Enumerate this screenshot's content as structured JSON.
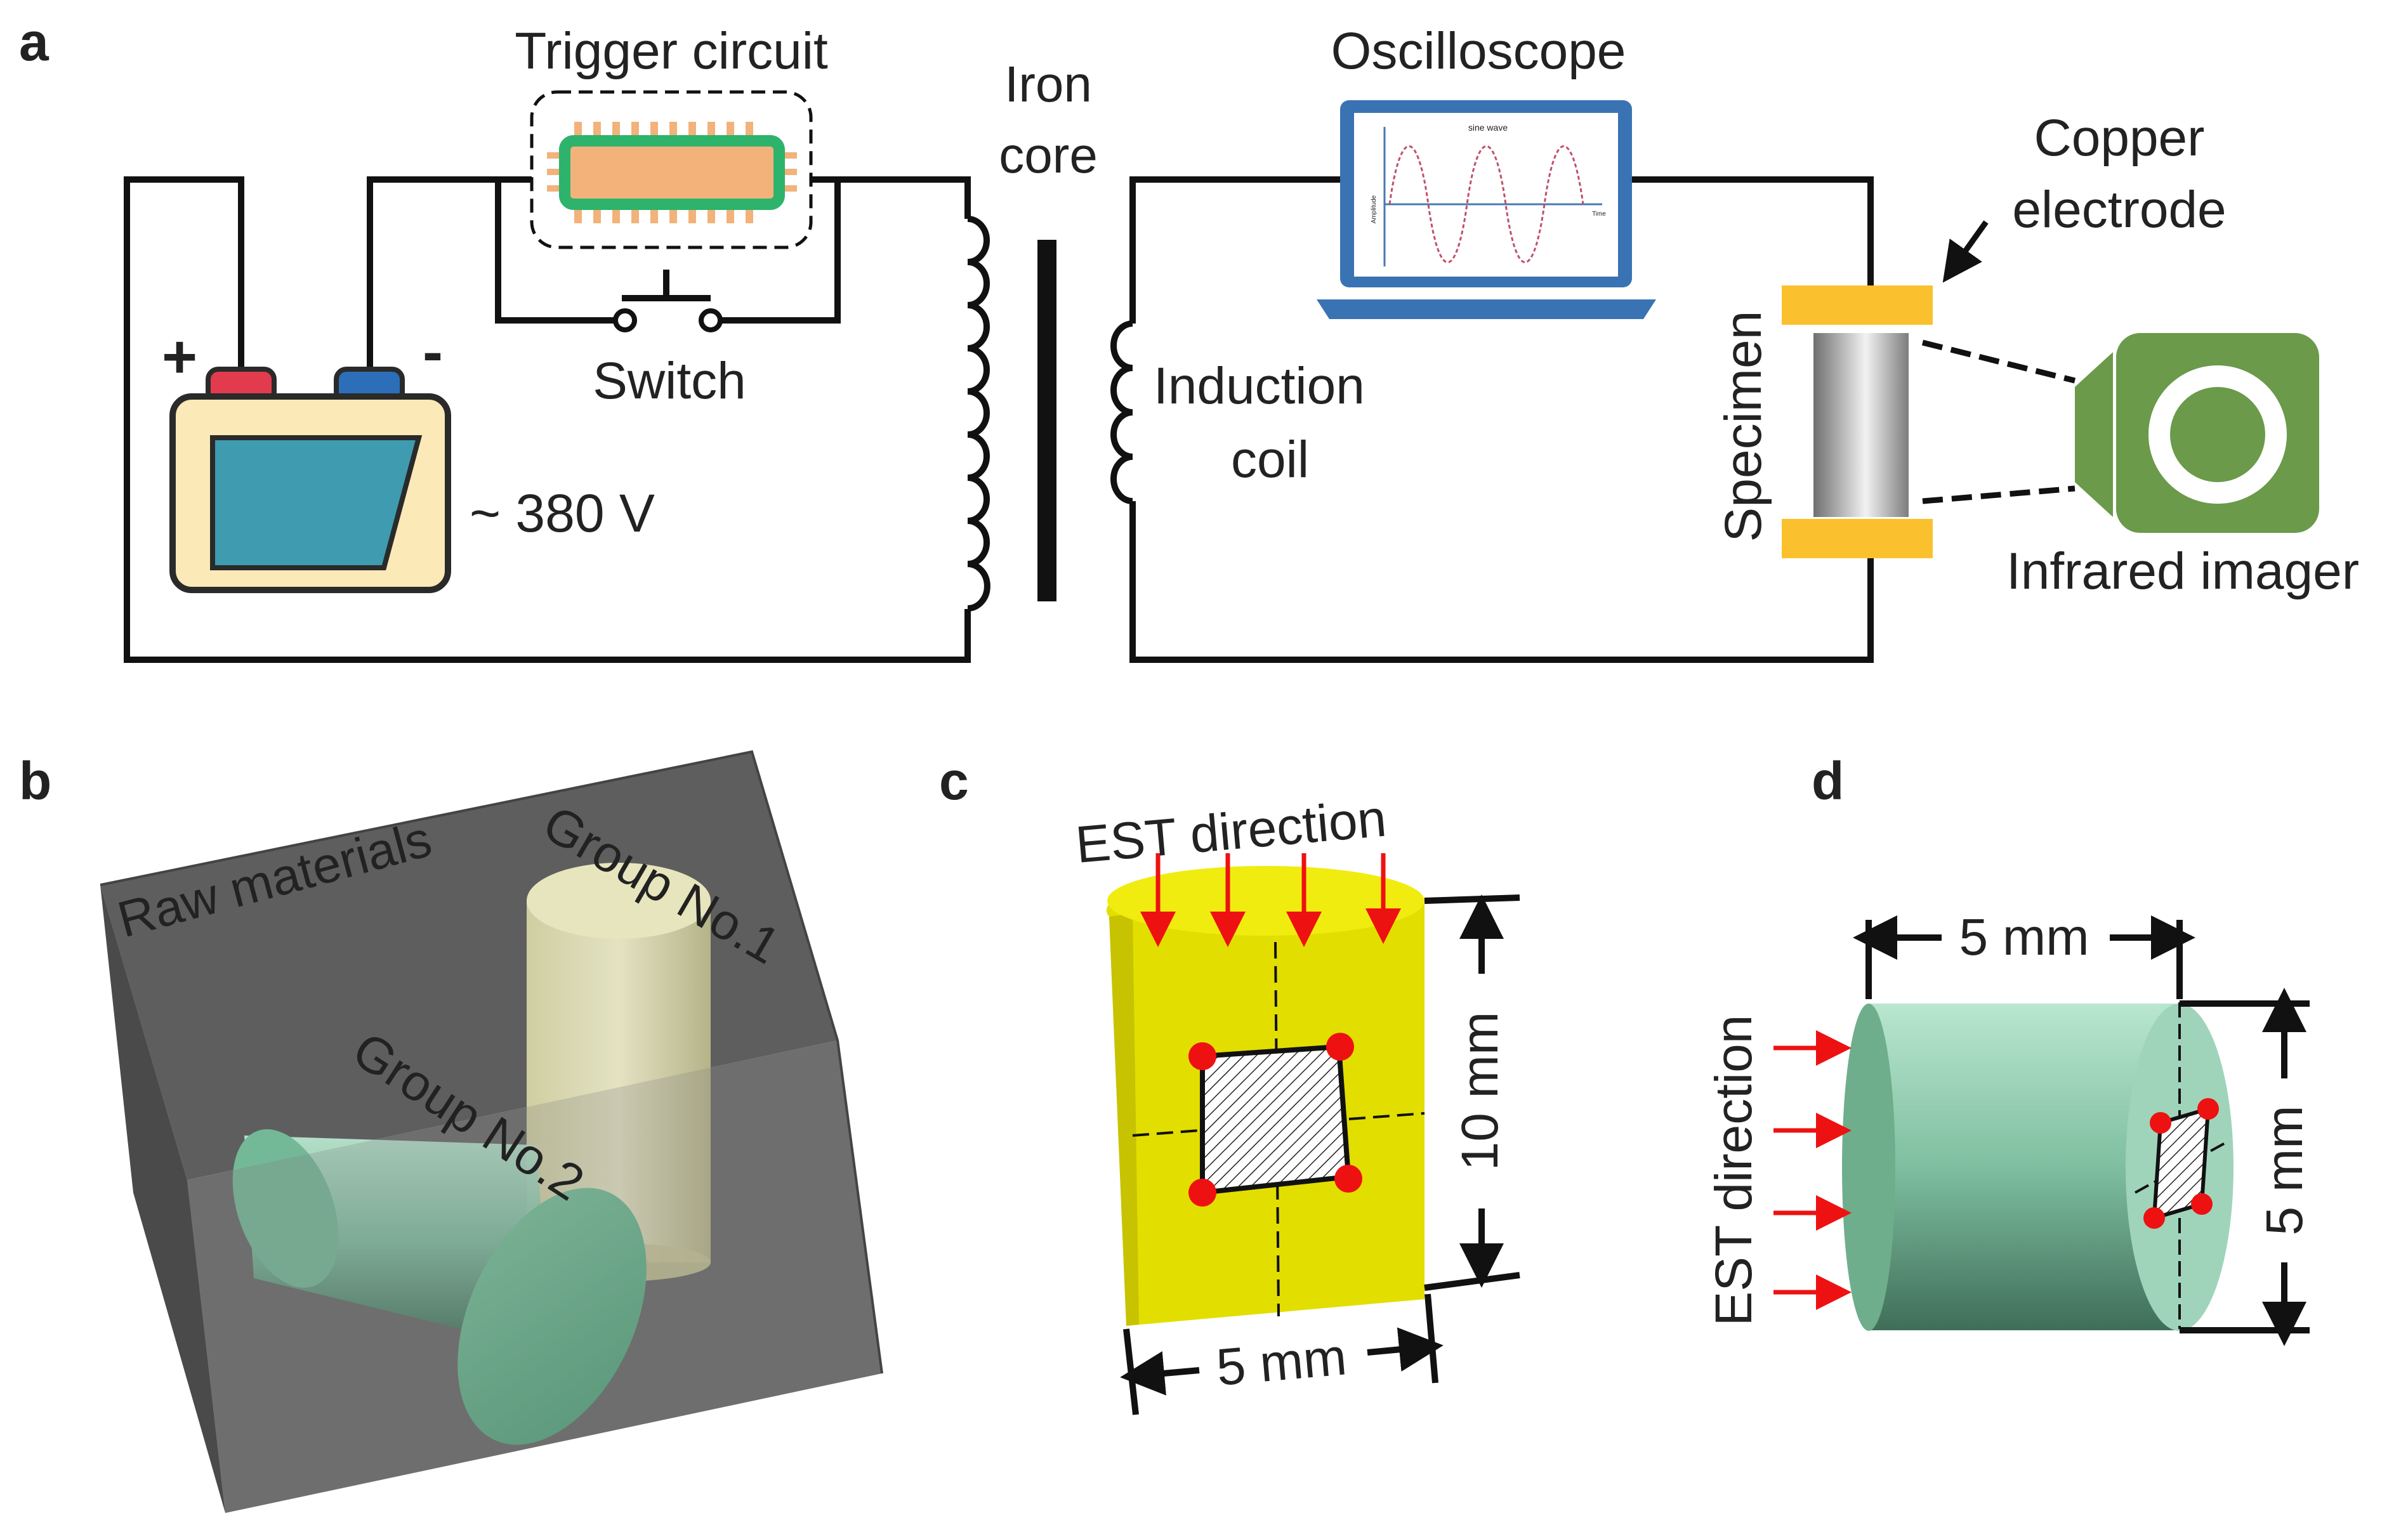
{
  "panels": {
    "a": "a",
    "b": "b",
    "c": "c",
    "d": "d"
  },
  "circuit": {
    "trigger_circuit": "Trigger circuit",
    "switch": "Switch",
    "iron_core_line1": "Iron",
    "iron_core_line2": "core",
    "oscilloscope": "Oscilloscope",
    "copper_line1": "Copper",
    "copper_line2": "electrode",
    "induction_line1": "Induction",
    "induction_line2": "coil",
    "specimen": "Specimen",
    "infrared_imager": "Infrared imager",
    "voltage": "~ 380 V",
    "plus": "+",
    "minus": "-",
    "scope_screen_title": "sine wave",
    "scope_axis_y": "Amplitude",
    "scope_axis_x": "Time"
  },
  "panel_b": {
    "raw_materials": "Raw materials",
    "group1": "Group No.1",
    "group2": "Group No.2"
  },
  "panel_c": {
    "est_direction": "EST direction",
    "height": "10 mm",
    "width": "5 mm"
  },
  "panel_d": {
    "est_direction": "EST direction",
    "length": "5 mm",
    "diameter": "5 mm"
  },
  "colors": {
    "battery_body": "#fbe9b7",
    "battery_screen": "#3e9bb0",
    "battery_pos": "#e23b4d",
    "battery_neg": "#2c6fb8",
    "chip_green": "#2db36b",
    "chip_orange": "#f2b27a",
    "electrode": "#fbc02d",
    "imager": "#6a9a4a",
    "laptop": "#3a73b3",
    "sample_yellow": "#e2de00",
    "sample_green": "#86c8a8",
    "arrow_red": "#ee1111"
  }
}
